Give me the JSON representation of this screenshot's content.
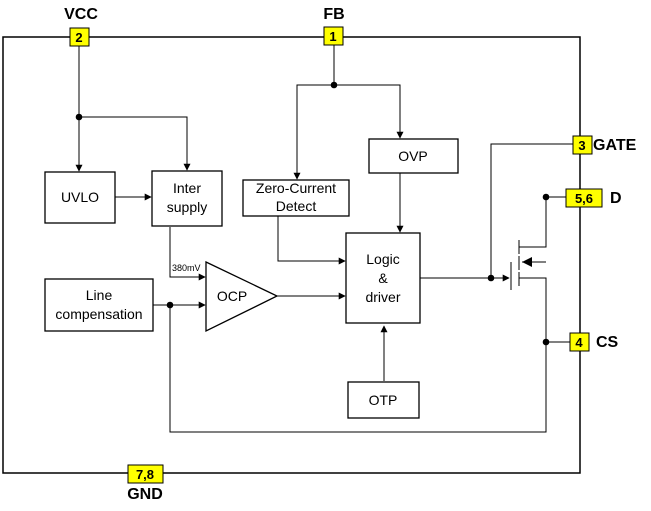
{
  "colors": {
    "pin_fill": "#ffff00",
    "line": "#000000",
    "background": "#ffffff"
  },
  "pins": {
    "vcc": {
      "label": "VCC",
      "number": "2"
    },
    "fb": {
      "label": "FB",
      "number": "1"
    },
    "gate": {
      "label": "GATE",
      "number": "3"
    },
    "d": {
      "label": "D",
      "number": "5,6"
    },
    "cs": {
      "label": "CS",
      "number": "4"
    },
    "gnd": {
      "label": "GND",
      "number": "7,8"
    }
  },
  "blocks": {
    "uvlo": "UVLO",
    "inter_supply": [
      "Inter",
      "supply"
    ],
    "zero_current": [
      "Zero-Current",
      "Detect"
    ],
    "ovp": "OVP",
    "logic": [
      "Logic",
      "&",
      "driver"
    ],
    "line_comp": [
      "Line",
      "compensation"
    ],
    "ocp": "OCP",
    "otp": "OTP"
  },
  "annotations": {
    "ref_voltage": "380mV"
  }
}
